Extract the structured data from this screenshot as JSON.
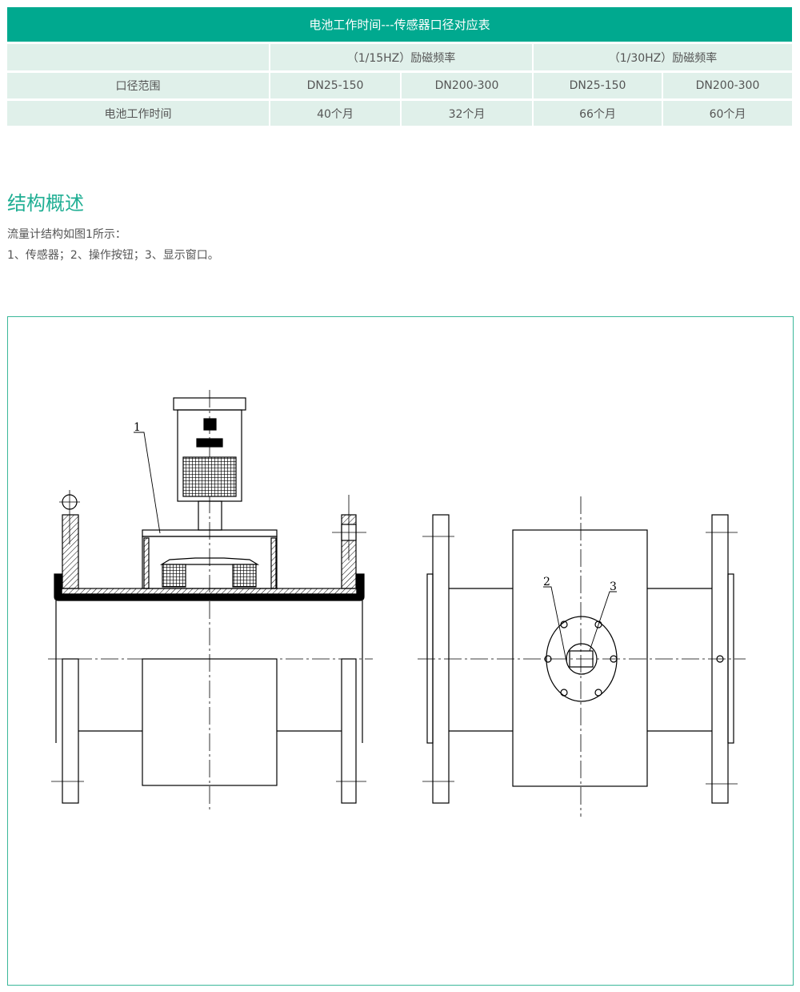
{
  "table": {
    "title": "电池工作时间---传感器口径对应表",
    "freq_headers": [
      "（1/15HZ）励磁频率",
      "（1/30HZ）励磁频率"
    ],
    "rows": [
      {
        "label": "口径范围",
        "values": [
          "DN25-150",
          "DN200-300",
          "DN25-150",
          "DN200-300"
        ]
      },
      {
        "label": "电池工作时间",
        "values": [
          "40个月",
          "32个月",
          "66个月",
          "60个月"
        ]
      }
    ]
  },
  "section": {
    "title": "结构概述",
    "lines": [
      "流量计结构如图1所示：",
      "1、传感器；2、操作按钮；3、显示窗口。"
    ]
  },
  "figure": {
    "labels": [
      "1",
      "2",
      "3"
    ],
    "colors": {
      "accent": "#00a98f",
      "cell": "#e0f0ea"
    }
  }
}
